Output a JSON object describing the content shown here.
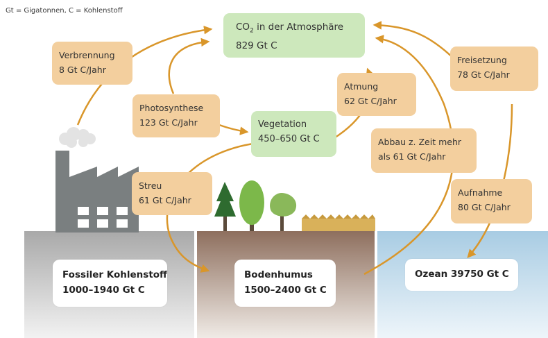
{
  "legend": "Gt = Gigatonnen, C = Kohlenstoff",
  "atmosphere": {
    "label_main": "CO",
    "label_sub": "2",
    "label_rest": " in der Atmosphäre",
    "value": "829 Gt C"
  },
  "vegetation": {
    "line1": "Vegetation",
    "line2": "450–650 Gt C"
  },
  "flows": {
    "verbrennung": {
      "line1": "Verbrennung",
      "line2": "8 Gt C/Jahr"
    },
    "photosynthese": {
      "line1": "Photosynthese",
      "line2": "123 Gt C/Jahr"
    },
    "atmung": {
      "line1": "Atmung",
      "line2": "62 Gt C/Jahr"
    },
    "freisetzung": {
      "line1": "Freisetzung",
      "line2": "78 Gt C/Jahr"
    },
    "abbau": {
      "line1": "Abbau z. Zeit mehr",
      "line2": "als 61 Gt C/Jahr"
    },
    "streu": {
      "line1": "Streu",
      "line2": "61 Gt C/Jahr"
    },
    "aufnahme": {
      "line1": "Aufnahme",
      "line2": "80 Gt C/Jahr"
    }
  },
  "stocks": {
    "fossil": {
      "line1": "Fossiler Kohlenstoff",
      "line2": "1000–1940 Gt C"
    },
    "bodenhumus": {
      "line1": "Bodenhumus",
      "line2": "1500–2400 Gt C"
    },
    "ozean": {
      "line1": "Ozean 39750 Gt C"
    }
  },
  "colors": {
    "arrow": "#d9962a",
    "flow_box": "#f3cf9e",
    "atmosphere_box": "#cde8bc",
    "fossil_ground": "#b9b9b9",
    "soil_ground": "#9a7d6c",
    "ocean": "#b3d2e6",
    "factory": "#7a7f80"
  }
}
